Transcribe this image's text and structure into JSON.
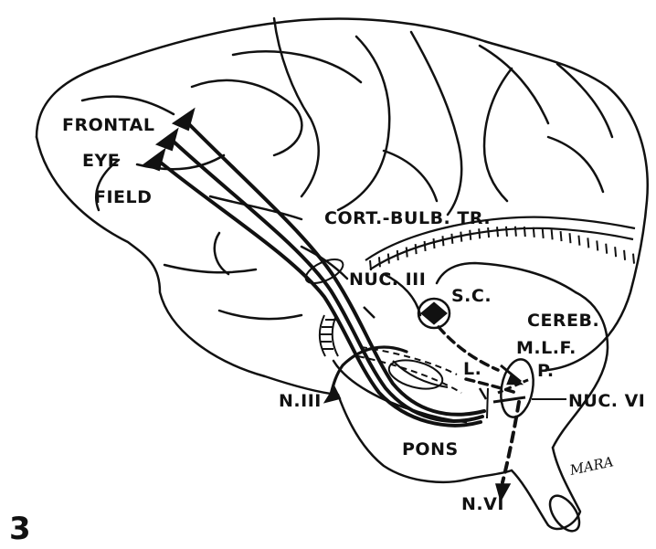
{
  "figure_number": "3",
  "signature": "MARA",
  "labels": {
    "frontal": "FRONTAL",
    "eye": "EYE",
    "field": "FIELD",
    "cort_bulb_tr": "CORT.-BULB. TR.",
    "nuc_iii": "NUC. III",
    "s_c": "S.C.",
    "cereb": "CEREB.",
    "mlf": "M.L.F.",
    "l": "L.",
    "p": "P.",
    "n_iii": "N.III",
    "nuc_vi": "NUC. VI",
    "pons": "PONS",
    "n_vi": "N.VI"
  },
  "colors": {
    "ink": "#111111",
    "paper": "#ffffff"
  }
}
